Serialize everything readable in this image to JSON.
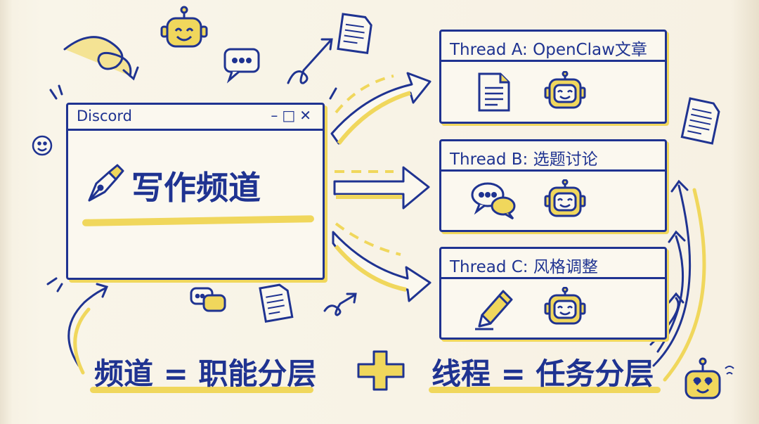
{
  "window": {
    "title": "Discord",
    "controls": "–□✕",
    "channel_name": "写作频道"
  },
  "threads": [
    {
      "label": "Thread A: OpenClaw文章",
      "icon": "document-icon"
    },
    {
      "label": "Thread B: 选题讨论",
      "icon": "chat-bubbles-icon"
    },
    {
      "label": "Thread C: 风格调整",
      "icon": "pencil-icon"
    }
  ],
  "footer": {
    "left": "频道 = 职能分层",
    "plus": "+",
    "right": "线程 = 任务分层"
  },
  "colors": {
    "ink": "#1f3391",
    "highlight": "#f0d75c",
    "paper": "#f7f1e3"
  }
}
